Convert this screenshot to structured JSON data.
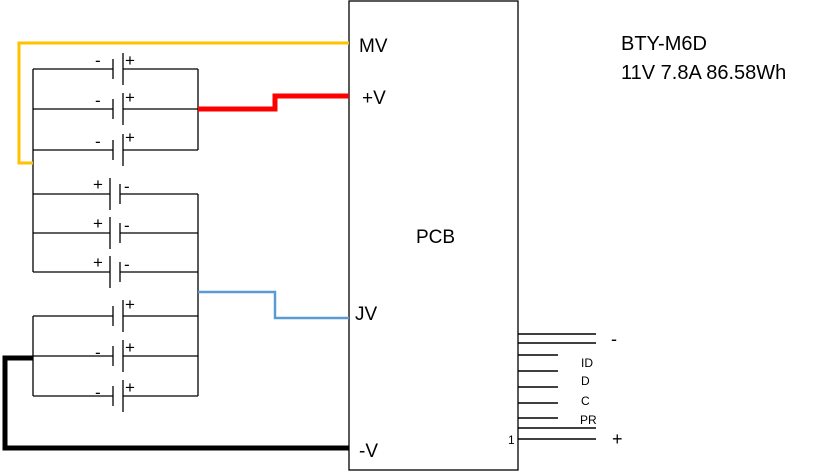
{
  "title": {
    "model": "BTY-M6D",
    "specs": "11V 7.8A 86.58Wh"
  },
  "pcb": {
    "label": "PCB",
    "pins": {
      "mv": "MV",
      "pos_v": "+V",
      "jv": "JV",
      "neg_v": "-V"
    }
  },
  "connector": {
    "minus_label": "-",
    "plus_label": "+",
    "pin1_label": "1",
    "signals": [
      "ID",
      "D",
      "C",
      "PR"
    ]
  },
  "cells": [
    {
      "left_sign": "-",
      "right_sign": "+"
    },
    {
      "left_sign": "-",
      "right_sign": "+"
    },
    {
      "left_sign": "-",
      "right_sign": "+"
    },
    {
      "left_sign": "+",
      "right_sign": "-"
    },
    {
      "left_sign": "+",
      "right_sign": "-"
    },
    {
      "left_sign": "+",
      "right_sign": "-"
    },
    {
      "left_sign": "",
      "right_sign": "+"
    },
    {
      "left_sign": "-",
      "right_sign": "+"
    },
    {
      "left_sign": "-",
      "right_sign": "+"
    }
  ],
  "colors": {
    "mv_wire": "#FFC000",
    "pos_wire": "#FF0000",
    "jv_wire": "#5B9BD5",
    "neg_wire": "#000000"
  }
}
